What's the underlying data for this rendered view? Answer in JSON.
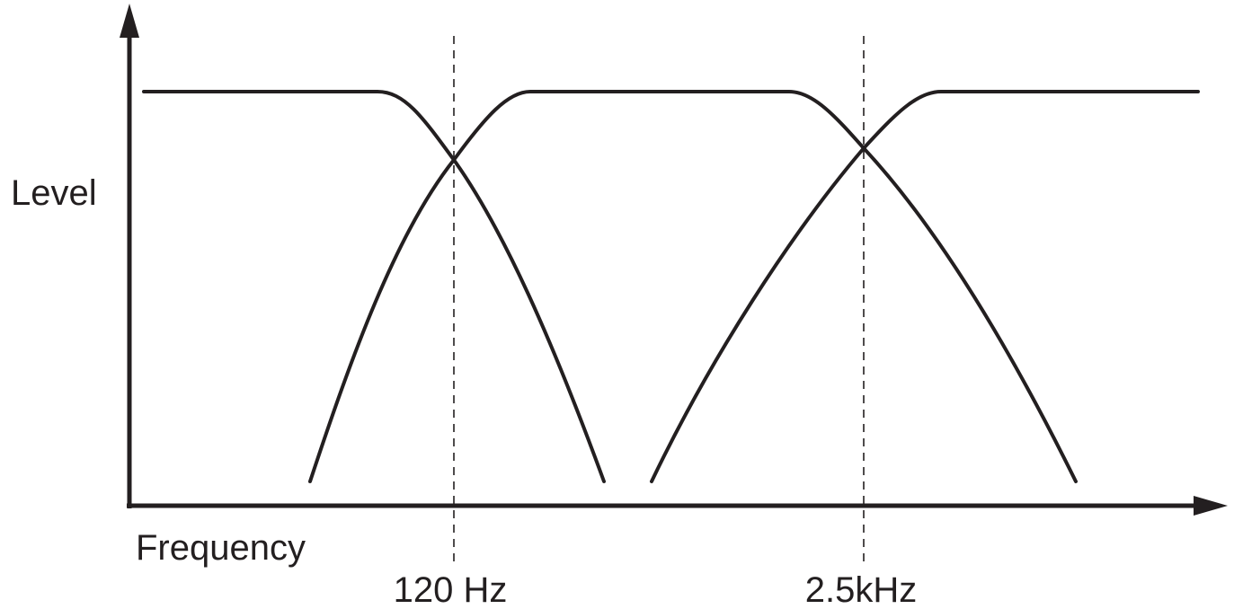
{
  "diagram": {
    "y_axis_label": "Level",
    "x_axis_label": "Frequency",
    "crossovers": [
      {
        "label": "120 Hz"
      },
      {
        "label": "2.5kHz"
      }
    ],
    "bands": [
      "low-pass",
      "band-pass",
      "high-pass"
    ],
    "line_color": "#231f20",
    "background_color": "#ffffff"
  }
}
